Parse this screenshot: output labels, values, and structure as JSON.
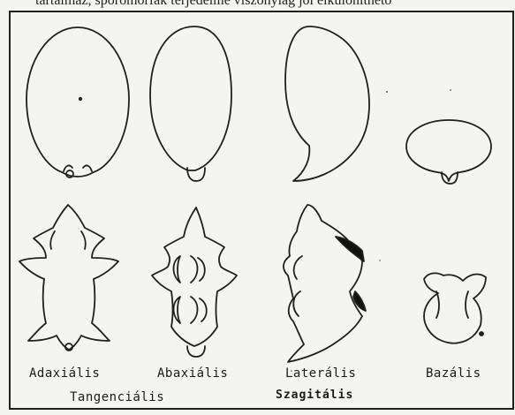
{
  "header_fragment": "tartalmaz, sporomorfák terjedelme viszonylag jól elkülöníthető",
  "views": {
    "adaxialis": "Adaxiális",
    "abaxialis": "Abaxiális",
    "lateralis": "Laterális",
    "bazalis": "Bazális"
  },
  "sections": {
    "tangencialis": "Tangenciális",
    "szagitalis": "Szagitális"
  },
  "colors": {
    "ink": "#1f1f1f",
    "paper": "#f4f4f1",
    "shade": "#111111"
  }
}
